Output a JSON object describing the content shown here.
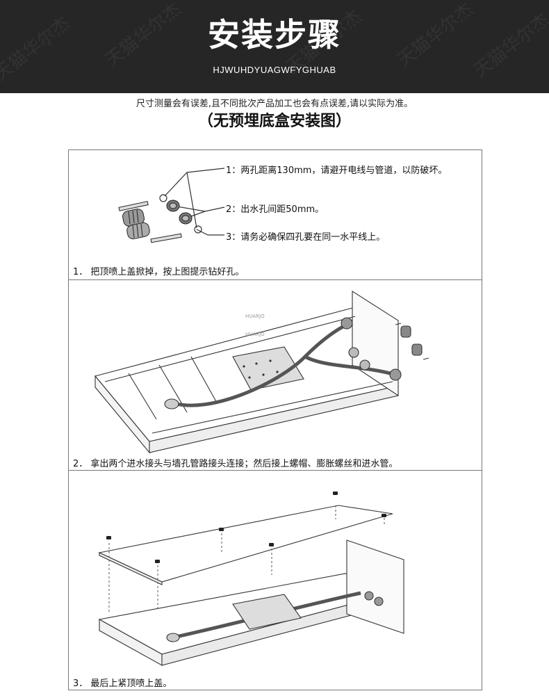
{
  "header": {
    "title": "安装步骤",
    "subtitle": "HJWUHDYUAGWFYGHUAB",
    "watermark": "天猫华尔杰"
  },
  "notice": "尺寸测量会有误差,且不同批次产品加工也会有点误差,请以实际为准。",
  "section_title": "（无预埋底盒安装图）",
  "callouts": [
    "1：两孔距离130mm，请避开电线与管道，以防破坏。",
    "2：出水孔间距50mm。",
    "3：请务必确保四孔要在同一水平线上。"
  ],
  "steps": [
    {
      "caption": "1． 把顶喷上盖掀掉，按上图提示钻好孔。"
    },
    {
      "caption": "2． 拿出两个进水接头与墙孔管路接头连接；然后接上螺帽、膨胀螺丝和进水管。"
    },
    {
      "caption": "3． 最后上紧顶喷上盖。"
    }
  ],
  "diagram_text": {
    "brand_a": "HUARJO",
    "brand_b": "HUARJO"
  },
  "colors": {
    "header_bg": "#262626",
    "frame_border": "#777777",
    "line": "#333333"
  }
}
